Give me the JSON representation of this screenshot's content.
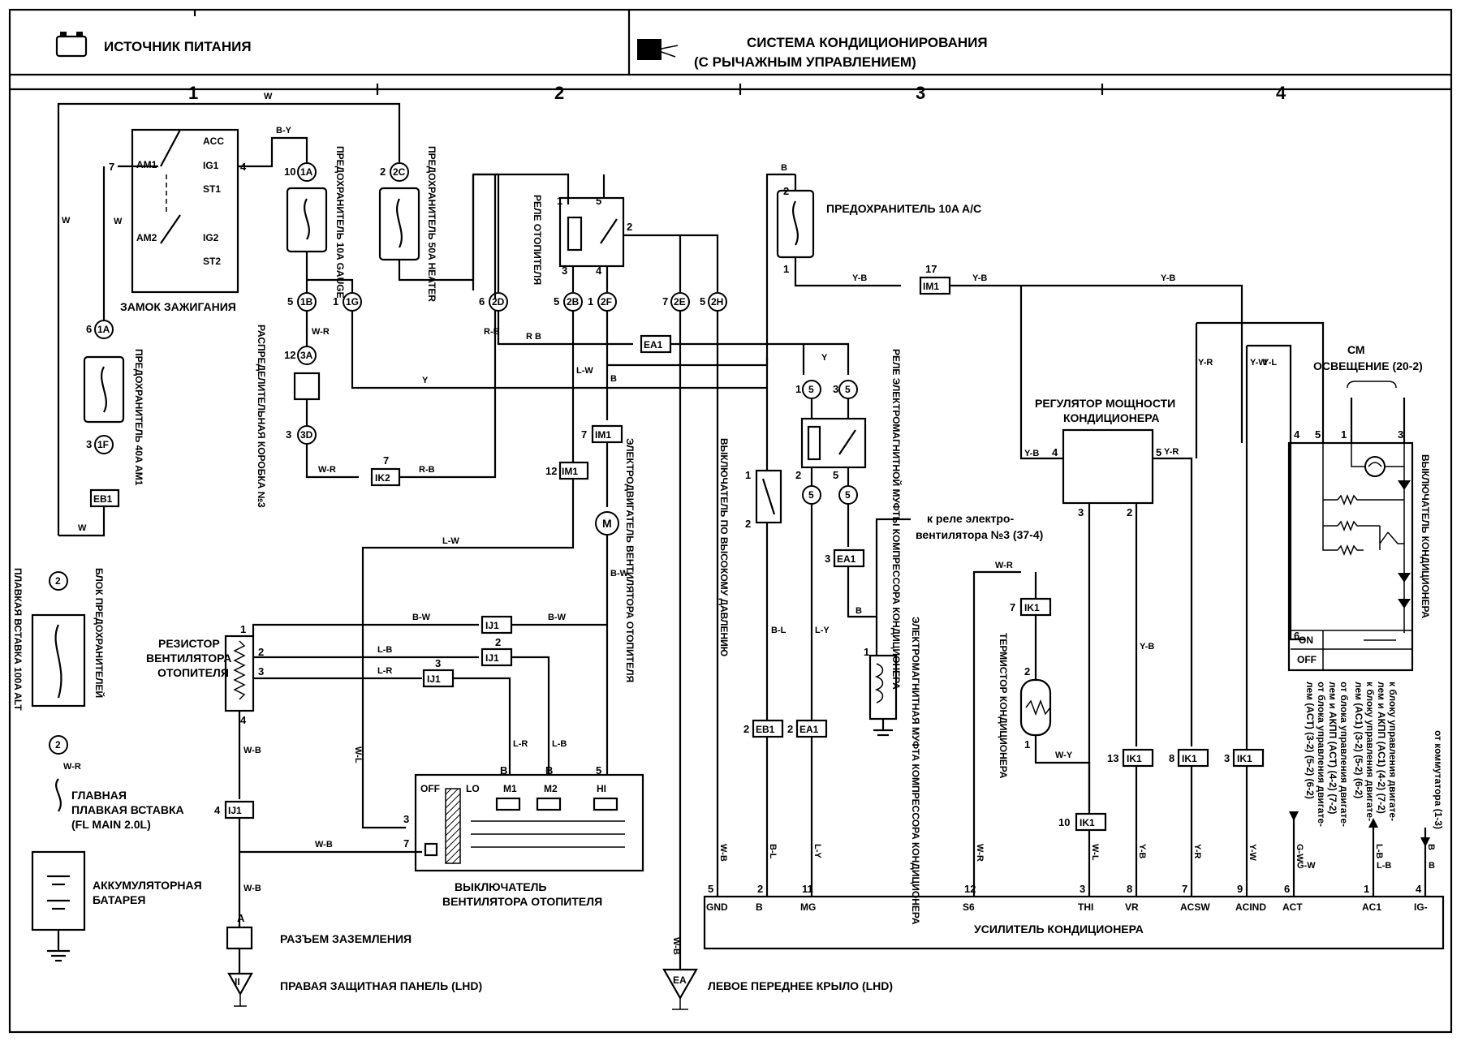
{
  "header": {
    "left_title": "ИСТОЧНИК ПИТАНИЯ",
    "right_title_1": "СИСТЕМА КОНДИЦИОНИРОВАНИЯ",
    "right_title_2": "(С РЫЧАЖНЫМ УПРАВЛЕНИЕМ)",
    "icons": [
      "battery-icon",
      "ac-system-icon"
    ]
  },
  "columns": [
    "1",
    "2",
    "3",
    "4"
  ],
  "labels": {
    "ignition_switch": "ЗАМОК ЗАЖИГАНИЯ",
    "sw_acc": "ACC",
    "sw_ig1": "IG1",
    "sw_st1": "ST1",
    "sw_ig2": "IG2",
    "sw_st2": "ST2",
    "sw_am1": "AM1",
    "sw_am2": "AM2",
    "fuse_gauge": "ПРЕДОХРАНИТЕЛЬ 10A GAUGE",
    "fuse_heater": "ПРЕДОХРАНИТЕЛЬ 50A HEATER",
    "fuse_am1": "ПРЕДОХРАНИТЕЛЬ 40A AM1",
    "junction_box": "РАСПРЕДЕЛИТЕЛЬНАЯ КОРОБКА №3",
    "heater_relay": "РЕЛЕ ОТОПИТЕЛЯ",
    "fuse_ac": "ПРЕДОХРАНИТЕЛЬ 10A A/C",
    "clutch_relay": "РЕЛЕ ЭЛЕКТРОМАГНИТНОЙ МУФТЫ КОМПРЕССОРА КОНДИЦИОНЕРА",
    "high_pressure_switch": "ВЫКЛЮЧАТЕЛЬ ПО ВЫСОКОМУ ДАВЛЕНИЮ",
    "blower_motor": "ЭЛЕКТРОДВИГАТЕЛЬ ВЕНТИЛЯТОРА ОТОПИТЕЛЯ",
    "to_fan_relay_1": "к реле электро-",
    "to_fan_relay_2": "вентилятора №3 (37-4)",
    "compressor_clutch": "ЭЛЕКТРОМАГНИТНАЯ МУФТА КОМПРЕССОРА КОНДИЦИОНЕРА",
    "power_regulator_1": "РЕГУЛЯТОР МОЩНОСТИ",
    "power_regulator_2": "КОНДИЦИОНЕРА",
    "thermistor": "ТЕРМИСТОР КОНДИЦИОНЕРА",
    "see_lighting_1": "СМ",
    "see_lighting_2": "ОСВЕЩЕНИЕ (20-2)",
    "ac_switch": "ВЫКЛЮЧАТЕЛЬ КОНДИЦИОНЕРА",
    "ac_on": "ON",
    "ac_off": "OFF",
    "fuse_block": "БЛОК ПРЕДОХРАНИТЕЛЕЙ",
    "main_fuse_100a": "ПЛАВКАЯ ВСТАВКА 100A ALT",
    "resistor_1": "РЕЗИСТОР",
    "resistor_2": "ВЕНТИЛЯТОРА",
    "resistor_3": "ОТОПИТЕЛЯ",
    "main_fusible_1": "ГЛАВНАЯ",
    "main_fusible_2": "ПЛАВКАЯ ВСТАВКА",
    "main_fusible_3": "(FL MAIN 2.0L)",
    "battery_1": "АККУМУЛЯТОРНАЯ",
    "battery_2": "БАТАРЕЯ",
    "ground_connector": "РАЗЪЕМ ЗАЗЕМЛЕНИЯ",
    "ground_ii": "ПРАВАЯ ЗАЩИТНАЯ ПАНЕЛЬ (LHD)",
    "ground_ea": "ЛЕВОЕ ПЕРЕДНЕЕ КРЫЛО (LHD)",
    "blower_switch_1": "ВЫКЛЮЧАТЕЛЬ",
    "blower_switch_2": "ВЕНТИЛЯТОРА ОТОПИТЕЛЯ",
    "blower_off": "OFF",
    "blower_lo": "LO",
    "blower_m1": "M1",
    "blower_m2": "M2",
    "blower_hi": "HI",
    "amplifier": "УСИЛИТЕЛЬ КОНДИЦИОНЕРА",
    "from_ecu_1": "от блока управления двигате-",
    "from_ecu_2": "лем и АКПП (ACT) (4-2) (7-2)",
    "from_ecu_3": "от блока управления двигате-",
    "from_ecu_4": "лем (ACT) (3-2) (5-2) (6-2)",
    "to_ecu_1": "к блоку управления двигате-",
    "to_ecu_2": "лем и АКПП (AC1) (4-2) (7-2)",
    "to_ecu_3": "к блоку управления двигате-",
    "to_ecu_4": "лем (AC1) (3-2) (5-2) (6-2)",
    "from_switch": "от коммутатора (1-3)"
  },
  "amplifier_pins": [
    {
      "num": "5",
      "name": "GND",
      "wire": "W-B"
    },
    {
      "num": "2",
      "name": "B",
      "wire": "B-L"
    },
    {
      "num": "11",
      "name": "MG",
      "wire": "L-Y"
    },
    {
      "num": "12",
      "name": "S6",
      "wire": "W-R"
    },
    {
      "num": "3",
      "name": "THI",
      "wire": "W-L"
    },
    {
      "num": "8",
      "name": "VR",
      "wire": "Y-B"
    },
    {
      "num": "7",
      "name": "ACSW",
      "wire": "Y-R"
    },
    {
      "num": "9",
      "name": "ACIND",
      "wire": "Y-W"
    },
    {
      "num": "6",
      "name": "ACT",
      "wire": "G-W"
    },
    {
      "num": "1",
      "name": "AC1",
      "wire": "L-B"
    },
    {
      "num": "4",
      "name": "IG-",
      "wire": "B"
    }
  ],
  "connectors": {
    "c1a_top": "1A",
    "c2c": "2C",
    "c1b": "1B",
    "c1g": "1G",
    "c3a": "3A",
    "c3d": "3D",
    "c1a_left": "1A",
    "c1f": "1F",
    "ceb1": "EB1",
    "c2d": "2D",
    "c2b": "2B",
    "c2f": "2F",
    "c2e": "2E",
    "c2h": "2H",
    "cea1": "EA1",
    "cim1_top": "IM1",
    "cim1_mid": "IM1",
    "cim1_left": "IM1",
    "cik2": "IK2",
    "cij1_a": "IJ1",
    "cij1_b": "IJ1",
    "cij1_c": "IJ1",
    "cij1_d": "IJ1",
    "c5": "5",
    "cik1": "IK1",
    "ceb1_b": "EB1",
    "cea1_b": "EA1",
    "cea1_c": "EA1",
    "c2": "2",
    "cii": "II",
    "cea": "EA"
  },
  "wire_colors": {
    "w": "W",
    "by": "B-Y",
    "yb": "Y-B",
    "wr": "W-R",
    "rb": "R-B",
    "lw": "L-W",
    "bw": "B-W",
    "lb": "L-B",
    "lr": "L-R",
    "wb": "W-B",
    "b": "B",
    "y": "Y",
    "yr": "Y-R",
    "yw": "Y-W",
    "wy": "W-Y",
    "wl": "W-L",
    "bl": "B-L",
    "ly": "L-Y",
    "yl": "Y-L",
    "gw": "G-W",
    "r_b": "R B",
    "ww": "W"
  }
}
